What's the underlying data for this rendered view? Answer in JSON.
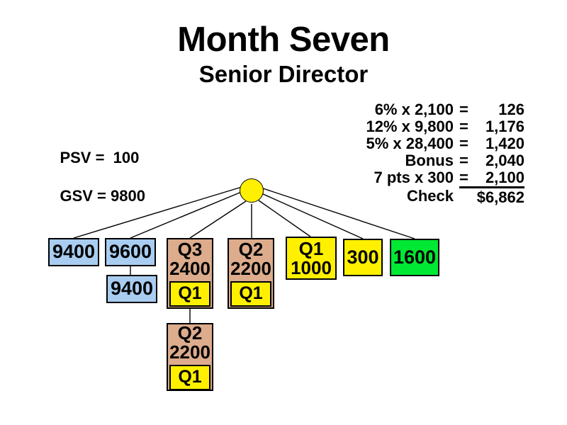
{
  "heading": {
    "title": "Month Seven",
    "subtitle": "Senior Director"
  },
  "volume": {
    "psv_line": "PSV =  100",
    "gsv_line": "GSV = 9800",
    "psv_label": "PSV =",
    "psv_value": "100",
    "gsv_label": "GSV =",
    "gsv_value": "9800"
  },
  "calculation": {
    "rows": [
      {
        "label": "6% x 2,100",
        "eq": "=",
        "value": "126"
      },
      {
        "label": "12% x 9,800",
        "eq": "=",
        "value": "1,176"
      },
      {
        "label": "5% x 28,400",
        "eq": "=",
        "value": "1,420"
      },
      {
        "label": "Bonus",
        "eq": "=",
        "value": "2,040"
      },
      {
        "label": "7 pts x 300",
        "eq": "=",
        "value": "2,100"
      },
      {
        "label": "Check",
        "eq": "",
        "value": "$6,862"
      }
    ]
  },
  "tree": {
    "hub_label": "",
    "nodes": [
      {
        "id": "n1",
        "color": "blue",
        "line1": "9400",
        "line2": "",
        "chip": ""
      },
      {
        "id": "n2",
        "color": "blue",
        "line1": "9600",
        "line2": "",
        "chip": ""
      },
      {
        "id": "n3",
        "color": "blue",
        "line1": "9400",
        "line2": "",
        "chip": ""
      },
      {
        "id": "n4",
        "color": "brown",
        "line1": "Q3",
        "line2": "2400",
        "chip": "Q1"
      },
      {
        "id": "n5",
        "color": "brown",
        "line1": "Q2",
        "line2": "2200",
        "chip": "Q1"
      },
      {
        "id": "n6",
        "color": "yellow",
        "line1": "Q1",
        "line2": "1000",
        "chip": ""
      },
      {
        "id": "n7",
        "color": "yellow",
        "line1": "300",
        "line2": "",
        "chip": ""
      },
      {
        "id": "n8",
        "color": "green",
        "line1": "1600",
        "line2": "",
        "chip": ""
      },
      {
        "id": "n9",
        "color": "brown",
        "line1": "Q2",
        "line2": "2200",
        "chip": "Q1"
      }
    ]
  },
  "colors": {
    "background": "#FFFFFF",
    "blue": "#A8CDF0",
    "brown": "#DCAC8C",
    "yellow": "#FFF000",
    "green": "#00E833",
    "outline": "#000000"
  }
}
